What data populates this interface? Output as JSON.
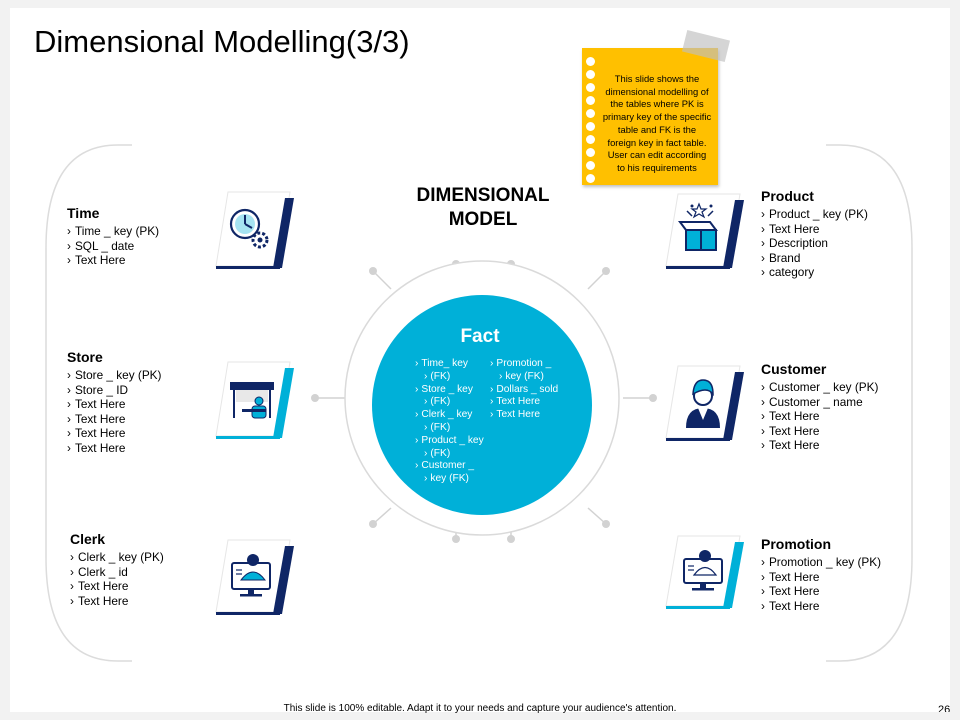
{
  "title": "Dimensional Modelling(3/3)",
  "note": {
    "lines": [
      "This slide shows the",
      "dimensional modelling of",
      "the tables where PK is",
      "primary key of the specific",
      "table and FK is the",
      "foreign key in fact table.",
      "User can edit according",
      "to his requirements"
    ]
  },
  "model_title": [
    "DIMENSIONAL",
    "MODEL"
  ],
  "fact": {
    "title": "Fact",
    "col1": [
      "Time_ key",
      "(FK)",
      "Store _ key",
      "(FK)",
      "Clerk _ key",
      "(FK)",
      "Product _ key",
      "(FK)",
      "Customer _",
      "key (FK)"
    ],
    "col2": [
      "Promotion _",
      "key (FK)",
      "Dollars _ sold",
      "Text Here",
      "Text Here"
    ]
  },
  "entities": {
    "time": {
      "title": "Time",
      "attrs": [
        "Time _ key (PK)",
        "SQL _ date",
        "Text Here"
      ]
    },
    "store": {
      "title": "Store",
      "attrs": [
        "Store _ key (PK)",
        "Store _ ID",
        "Text Here",
        "Text Here",
        "Text Here",
        "Text Here"
      ]
    },
    "clerk": {
      "title": "Clerk",
      "attrs": [
        "Clerk _ key (PK)",
        "Clerk _ id",
        "Text Here",
        "Text Here"
      ]
    },
    "product": {
      "title": "Product",
      "attrs": [
        "Product _ key (PK)",
        "Text Here",
        "Description",
        "Brand",
        "category"
      ]
    },
    "customer": {
      "title": "Customer",
      "attrs": [
        "Customer _ key (PK)",
        "Customer _ name",
        "Text Here",
        "Text Here",
        "Text Here"
      ]
    },
    "promotion": {
      "title": "Promotion",
      "attrs": [
        "Promotion _ key (PK)",
        "Text Here",
        "Text Here",
        "Text Here"
      ]
    }
  },
  "icons": {
    "time": "clock-gear-icon",
    "store": "store-stall-icon",
    "clerk": "clerk-monitor-icon",
    "product": "product-box-icon",
    "customer": "customer-person-icon",
    "promotion": "promotion-monitor-icon"
  },
  "colors": {
    "fact": "#00b0d8",
    "navy": "#0f2666",
    "accent": "#00b0d8",
    "note": "#ffc000"
  },
  "footer": "This slide is 100% editable. Adapt it to your needs and capture your audience's attention.",
  "page_number": "26"
}
